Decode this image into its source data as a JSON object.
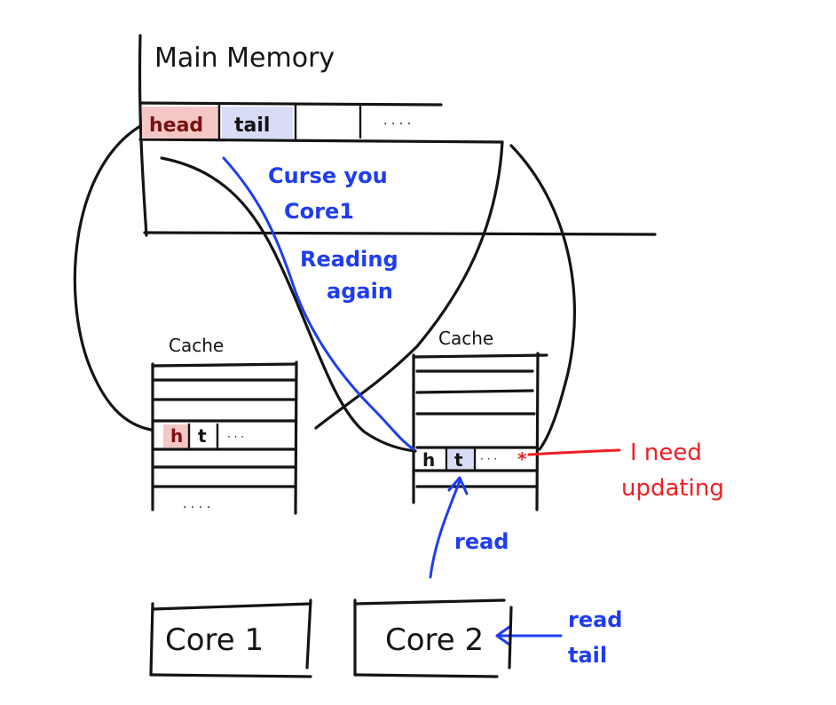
{
  "main_memory": {
    "title": "Main Memory",
    "cells": [
      "head",
      "tail",
      "",
      "· · · ·"
    ]
  },
  "caches": {
    "left": {
      "title": "Cache",
      "cells": [
        "h",
        "t",
        "· · ·"
      ],
      "below": "· · · ·"
    },
    "right": {
      "title": "Cache",
      "cells": [
        "h",
        "t",
        "· · ·"
      ]
    }
  },
  "cores": {
    "core1": "Core 1",
    "core2": "Core 2"
  },
  "annotations": {
    "curse": [
      "Curse you",
      "Core1"
    ],
    "reading": [
      "Reading",
      "again"
    ],
    "needs_update": [
      "I need",
      "updating"
    ],
    "read": "read",
    "read_tail": [
      "read",
      "tail"
    ]
  },
  "colors": {
    "ink": "#141414",
    "blue": "#1f3df0",
    "red": "#ef1e24",
    "head_fill": "#f4c7c7",
    "tail_fill": "#d9dcf6"
  }
}
